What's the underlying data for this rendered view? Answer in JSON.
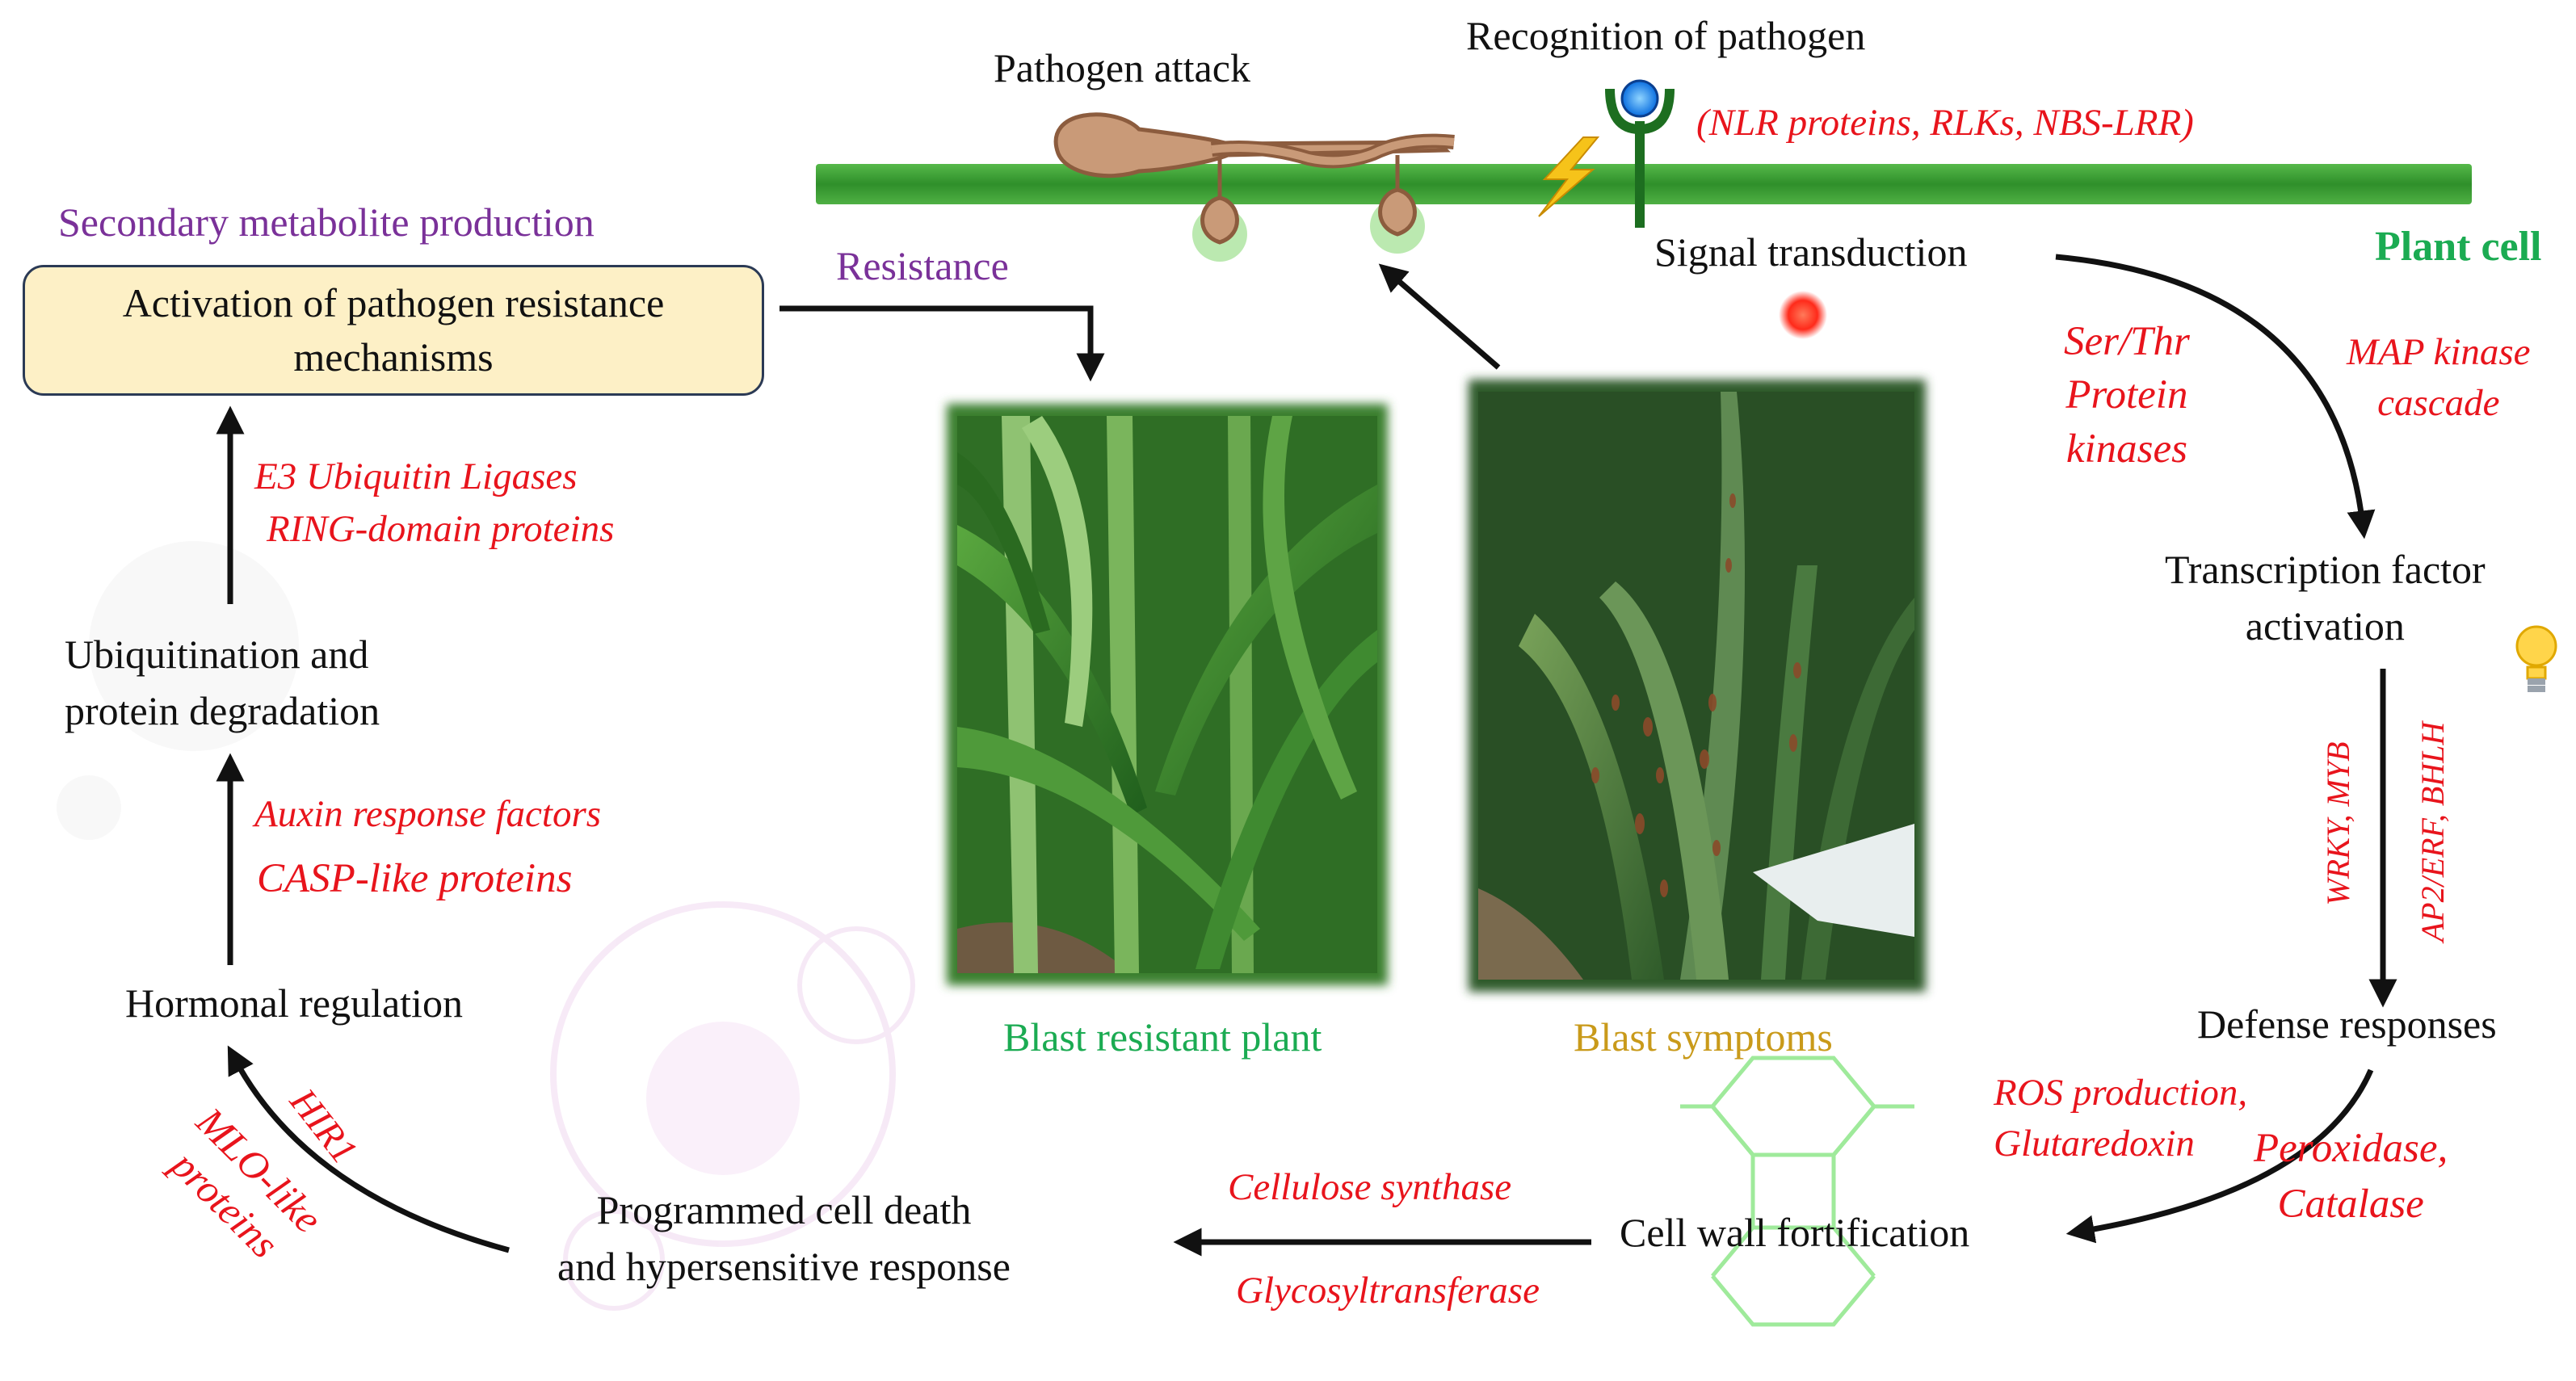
{
  "labels": {
    "pathogen_attack": "Pathogen attack",
    "recognition": "Recognition of pathogen",
    "receptors": "(NLR proteins, RLKs, NBS-LRR)",
    "plant_cell": "Plant cell",
    "signal_transduction": "Signal transduction",
    "ser_thr": "Ser/Thr\nProtein\nkinases",
    "map_kinase": "MAP kinase\ncascade",
    "tf_activation": "Transcription factor\nactivation",
    "wrky_myb": "WRKY, MYB",
    "ap2_erf": "AP2/ERF, BHLH",
    "defense_responses": "Defense responses",
    "ros": "ROS production,\nGlutaredoxin",
    "peroxidase": "Peroxidase,\nCatalase",
    "cell_wall": "Cell wall fortification",
    "cellulose": "Cellulose synthase",
    "glycosyl": "Glycosyltransferase",
    "pcd": "Programmed cell death\nand hypersensitive response",
    "hir1": "HIR1",
    "mlo": "MLO-like\nproteins",
    "hormonal": "Hormonal regulation",
    "auxin": "Auxin response factors",
    "casp": "CASP-like proteins",
    "ubiquitination": "Ubiquitination and\nprotein degradation",
    "e3": "E3 Ubiquitin Ligases",
    "ring": "RING-domain proteins",
    "activation": "Activation of pathogen resistance\nmechanisms",
    "secondary": "Secondary metabolite production",
    "resistance": "Resistance",
    "blast_resistant": "Blast resistant plant",
    "blast_symptoms": "Blast symptoms"
  },
  "colors": {
    "membrane": "#3a9c35",
    "red_text": "#e8141c",
    "purple_text": "#7a3199",
    "green_label": "#1bab52",
    "gold_label": "#c99a1a",
    "box_fill": "#fdf0c6",
    "pathogen": "#c99a78"
  },
  "icons": [
    "lightning-icon",
    "receptor-icon",
    "signal-dot-icon",
    "lightbulb-icon",
    "pathogen-icon",
    "cell-wall-icon"
  ]
}
